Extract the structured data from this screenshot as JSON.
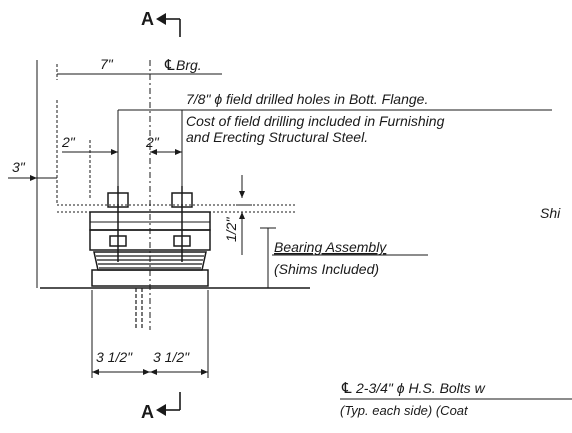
{
  "section_marks": {
    "top": "A",
    "bottom": "A"
  },
  "dimensions": {
    "top_left": "7\"",
    "bearing_cl": "Brg.",
    "bolt_left_offset": "2\"",
    "bolt_right_offset": "2\"",
    "edge_offset": "3\"",
    "vertical": "1/2\"",
    "bottom_left": "3 1/2\"",
    "bottom_right": "3 1/2\""
  },
  "notes": {
    "holes_line1": "7/8\" ϕ field drilled holes in Bott. Flange.",
    "holes_line2": "Cost of field drilling included in Furnishing",
    "holes_line3": "and Erecting Structural Steel.",
    "shims_cut": "Shi",
    "bearing_label": "Bearing Assembly",
    "bearing_sub": "(Shims Included)",
    "bolts_line1": "2-3/4\" ϕ H.S. Bolts w",
    "bolts_line2": "(Typ. each side) (Coat"
  },
  "icons": {
    "centerline": "centerline-icon",
    "section_arrow": "section-arrow-icon"
  }
}
